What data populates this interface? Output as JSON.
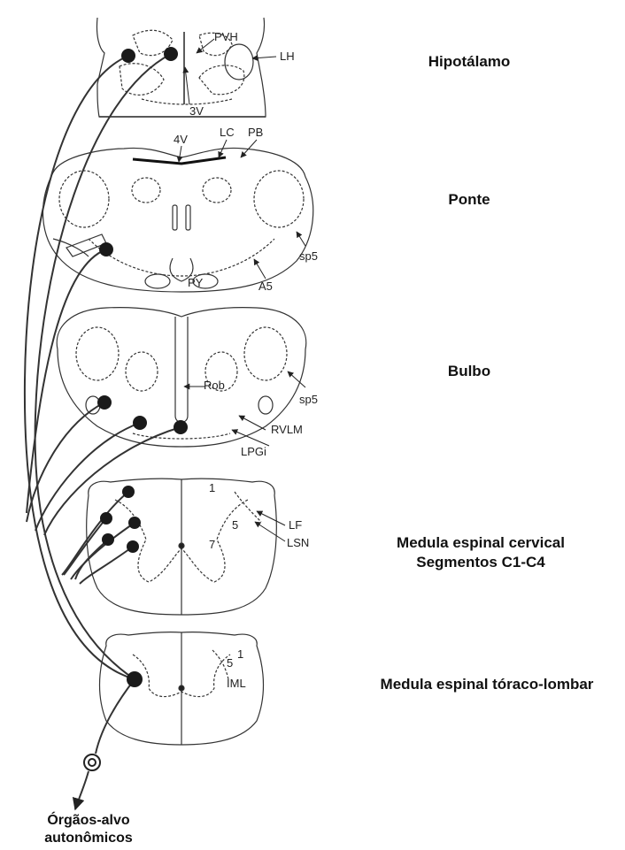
{
  "regions": {
    "hypothalamus": "Hipotálamo",
    "pons": "Ponte",
    "medulla": "Bulbo",
    "cervical_cord_line1": "Medula espinal cervical",
    "cervical_cord_line2": "Segmentos C1-C4",
    "thoracolumbar_cord": "Medula espinal tóraco-lombar"
  },
  "structures": {
    "pvh": "PVH",
    "lh": "LH",
    "third_ventricle": "3V",
    "fourth_ventricle": "4V",
    "lc": "LC",
    "pb": "PB",
    "sp5_pons": "sp5",
    "a5": "A5",
    "py": "PY",
    "rob": "Rob",
    "sp5_medulla": "sp5",
    "rvlm": "RVLM",
    "lpgi": "LPGi",
    "lamina_1_cervical": "1",
    "lamina_5_cervical": "5",
    "lamina_7_cervical": "7",
    "lf": "LF",
    "lsn": "LSN",
    "lamina_1_thoracic": "1",
    "lamina_5_thoracic": "5",
    "iml": "IML"
  },
  "target": {
    "line1": "Órgãos-alvo",
    "line2": "autonômicos"
  }
}
